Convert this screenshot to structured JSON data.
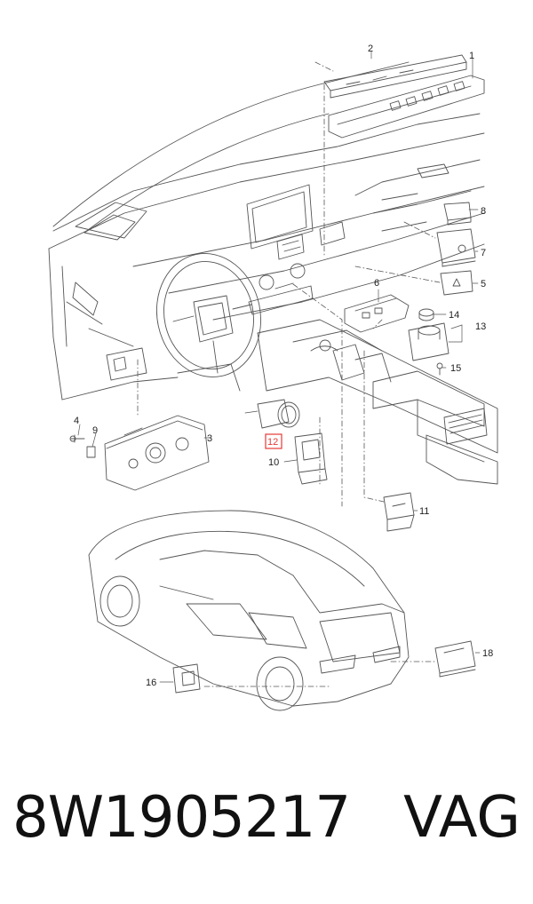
{
  "callouts": {
    "c1": "1",
    "c2": "2",
    "c3": "3",
    "c4": "4",
    "c5": "5",
    "c6": "6",
    "c7": "7",
    "c8": "8",
    "c9": "9",
    "c10": "10",
    "c11": "11",
    "c12": "12",
    "c13": "13",
    "c14": "14",
    "c15": "15",
    "c16": "16",
    "c18": "18"
  },
  "highlighted_callout": "12",
  "colors": {
    "line": "#444444",
    "highlight": "#e53935",
    "text": "#111111"
  },
  "footer": {
    "part_number": "8W1905217",
    "brand": "VAG"
  }
}
